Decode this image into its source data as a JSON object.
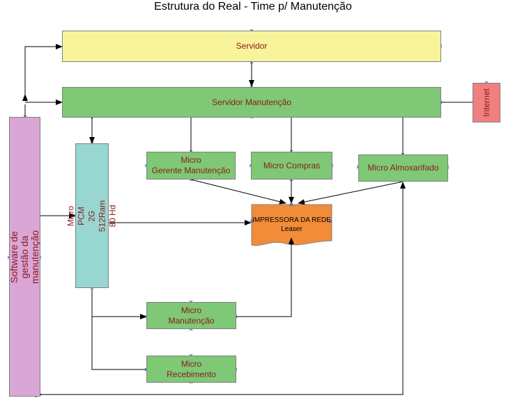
{
  "title": "Estrutura do Real - Time p/ Manutenção",
  "nodes": {
    "servidor": "Servidor",
    "servidor_manutencao": "Servidor Manutenção",
    "internet": "Internet",
    "software": "Software de gestão da manutenção",
    "micro_pcm": "Micro PCM\n2G 512Ram 80 Hd",
    "gerente": "Micro\nGerente Manutenção",
    "compras": "Micro Compras",
    "almoxarifado": "Micro Almoxarifado",
    "impressora": "IMPRESSORA DA REDE\nLeaser",
    "manutencao": "Micro\nManutenção",
    "recebimento": "Micro\nRecebimento"
  },
  "colors": {
    "servidor": "#f8f49c",
    "green": "#7ec876",
    "internet": "#f08080",
    "software": "#d9a6d6",
    "micro_pcm": "#98d6d2",
    "impressora": "#f28c38",
    "text": "#8b1a1a"
  }
}
